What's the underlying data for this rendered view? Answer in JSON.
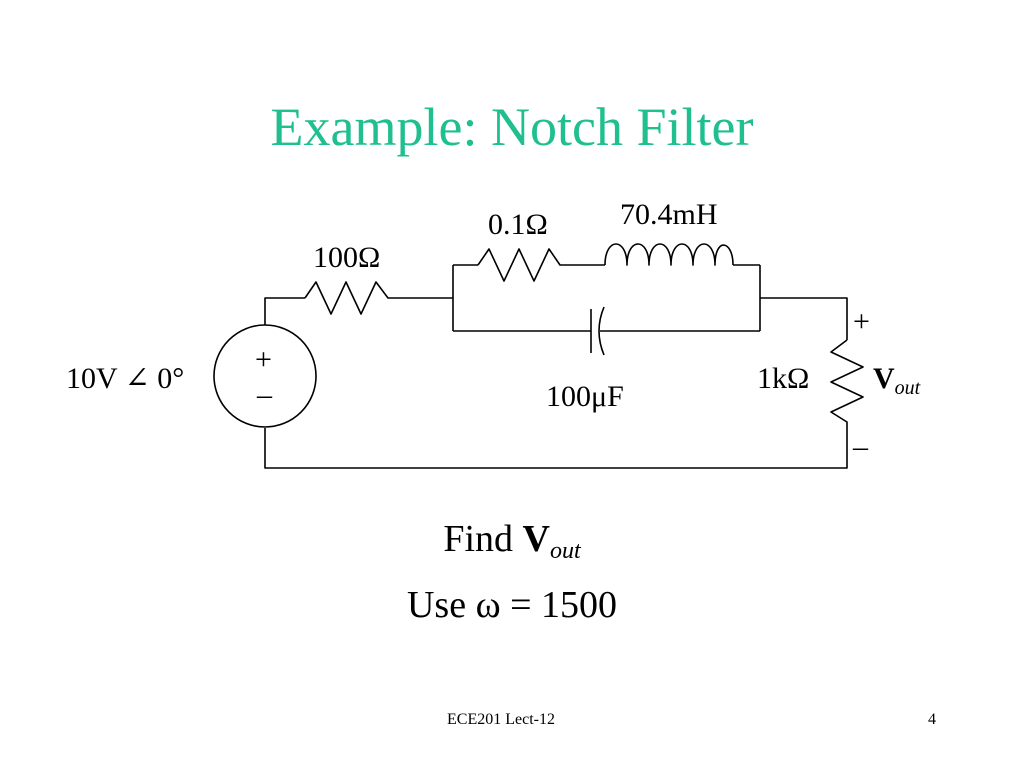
{
  "title": "Example: Notch Filter",
  "circuit": {
    "source_label": "10V ∠ 0°",
    "source_plus": "+",
    "source_minus": "–",
    "r_series": "100Ω",
    "r_small": "0.1Ω",
    "inductor": "70.4mH",
    "capacitor": "100μF",
    "r_load": "1kΩ",
    "out_plus": "+",
    "out_minus": "–",
    "vout_main": "V",
    "vout_sub": "out"
  },
  "prompt": {
    "line1_text": "Find ",
    "line1_var": "V",
    "line1_sub": "out",
    "line2": "Use ω = 1500"
  },
  "footer": {
    "course": "ECE201 Lect-12",
    "page": "4"
  }
}
